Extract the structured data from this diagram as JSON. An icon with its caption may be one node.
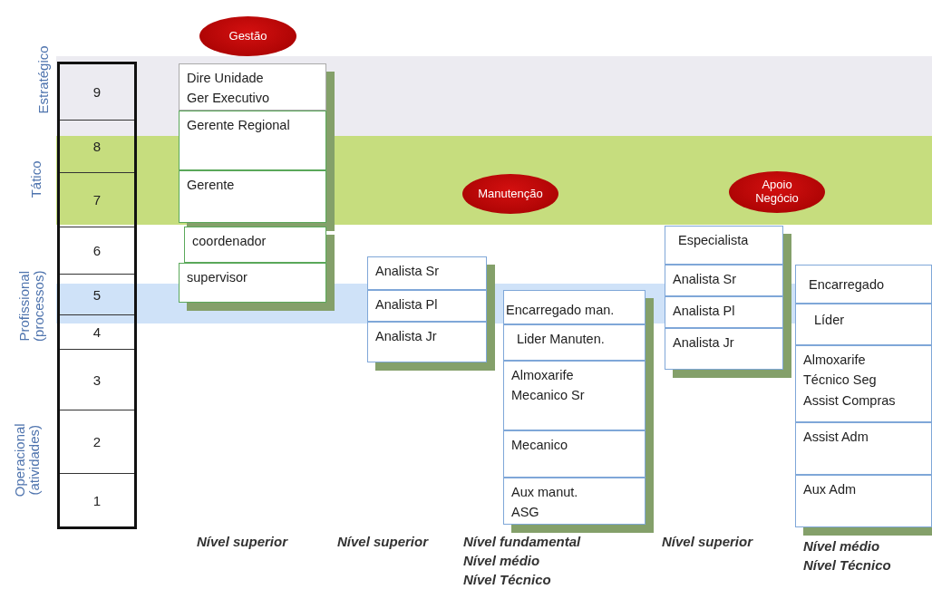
{
  "diagram": {
    "nodes": [
      {
        "text": [
          "Gestão"
        ]
      },
      {
        "text": [
          "Manutenção"
        ]
      },
      {
        "text": [
          "Apoio Negócio"
        ]
      },
      {
        "text": [
          "9"
        ]
      },
      {
        "text": [
          "8"
        ]
      },
      {
        "text": [
          "7"
        ]
      },
      {
        "text": [
          "6"
        ]
      },
      {
        "text": [
          "5"
        ]
      },
      {
        "text": [
          "4"
        ]
      },
      {
        "text": [
          "3"
        ]
      },
      {
        "text": [
          "2"
        ]
      },
      {
        "text": [
          "1"
        ]
      },
      {
        "text": [
          "Dire Unidade",
          "Ger Executivo"
        ]
      },
      {
        "text": [
          "Gerente Regional"
        ]
      },
      {
        "text": [
          "Gerente"
        ]
      },
      {
        "text": [
          "coordenador"
        ]
      },
      {
        "text": [
          "supervisor"
        ]
      },
      {
        "text": [
          "Analista Sr"
        ]
      },
      {
        "text": [
          "Analista Pl"
        ]
      },
      {
        "text": [
          "Analista Jr"
        ]
      },
      {
        "text": [
          "Encarregado man."
        ]
      },
      {
        "text": [
          "Lider Manuten."
        ]
      },
      {
        "text": [
          "Almoxarife",
          "Mecanico Sr"
        ]
      },
      {
        "text": [
          "Mecanico"
        ]
      },
      {
        "text": [
          "Aux manut.",
          "ASG"
        ]
      },
      {
        "text": [
          "Especialista"
        ]
      },
      {
        "text": [
          "Analista Sr"
        ]
      },
      {
        "text": [
          "Analista Pl"
        ]
      },
      {
        "text": [
          "Analista Jr"
        ]
      },
      {
        "text": [
          "Encarregado"
        ]
      },
      {
        "text": [
          "Líder"
        ]
      },
      {
        "text": [
          "Almoxarife",
          "Técnico Seg",
          "Assist Compras"
        ]
      },
      {
        "text": [
          "Assist Adm"
        ]
      },
      {
        "text": [
          "Aux Adm"
        ]
      }
    ],
    "edges": [],
    "labels": [
      "Estratégico",
      "Tático",
      "Profissional (processos)",
      "Operacional (atividades)",
      "Nível superior",
      "Nível superior",
      "Nível fundamental",
      "Nível médio",
      "Nível Técnico",
      "Nível superior",
      "Nível médio",
      "Nível Técnico"
    ]
  }
}
